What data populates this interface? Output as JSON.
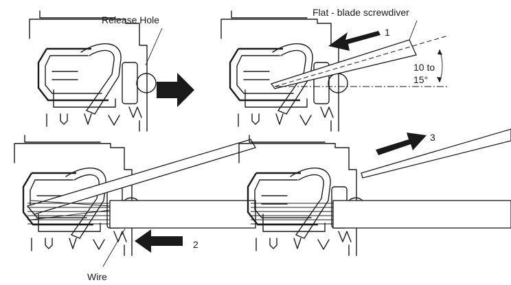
{
  "labels": {
    "release_hole": "Release Hole",
    "screwdriver": "Flat - blade screwdiver",
    "step1": "1",
    "step2": "2",
    "step3": "3",
    "angle_line1": "10 to",
    "angle_line2": "15°",
    "wire": "Wire"
  },
  "colors": {
    "ink": "#1a1a1a",
    "background": "#ffffff"
  },
  "icons": [
    "arrow-right-icon",
    "arrow-left-icon"
  ]
}
